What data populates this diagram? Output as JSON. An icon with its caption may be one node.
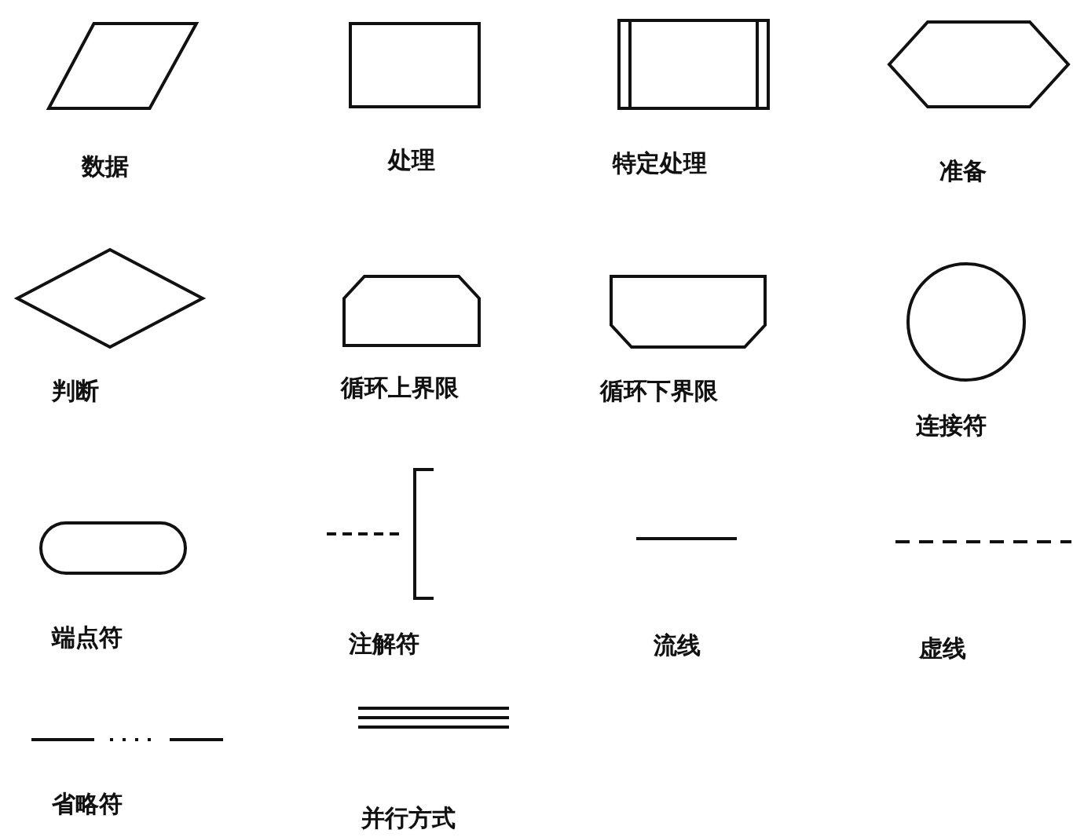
{
  "diagram": {
    "nodes": [
      {
        "text": [
          "数据"
        ]
      },
      {
        "text": [
          "处理"
        ]
      },
      {
        "text": [
          "特定处理"
        ]
      },
      {
        "text": [
          "准备"
        ]
      },
      {
        "text": [
          "判断"
        ]
      },
      {
        "text": [
          "循环上界限"
        ]
      },
      {
        "text": [
          "循环下界限"
        ]
      },
      {
        "text": [
          "连接符"
        ]
      },
      {
        "text": [
          "端点符"
        ]
      },
      {
        "text": [
          "注解符"
        ]
      },
      {
        "text": [
          "流线"
        ]
      },
      {
        "text": [
          "虚线"
        ]
      },
      {
        "text": [
          "省略符"
        ]
      },
      {
        "text": [
          "并行方式"
        ]
      }
    ]
  }
}
